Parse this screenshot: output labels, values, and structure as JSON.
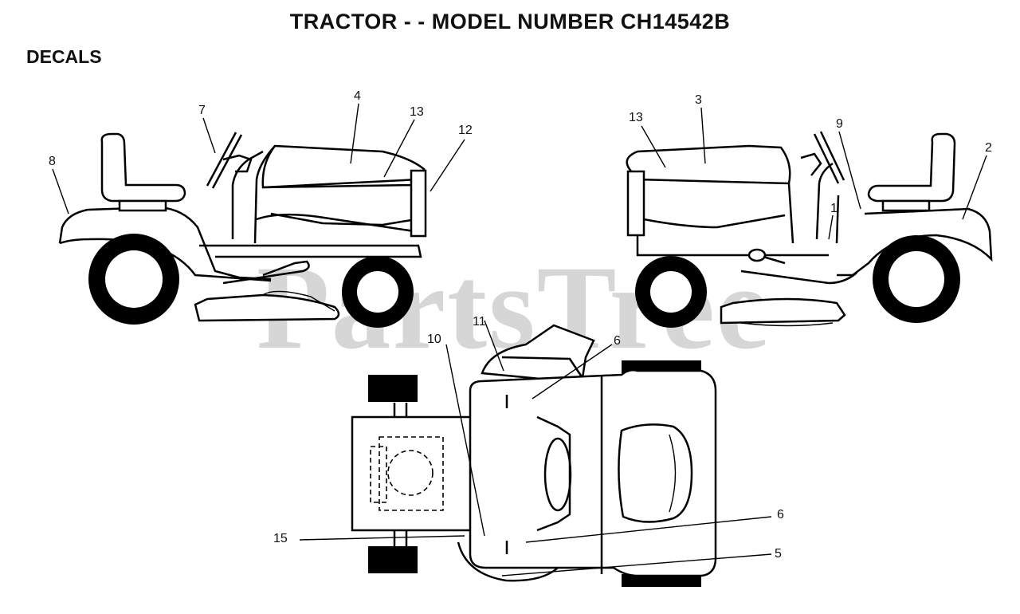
{
  "title": "TRACTOR - - MODEL NUMBER CH14542B",
  "section": "DECALS",
  "watermark": "PartsTree",
  "callouts": {
    "c1": "1",
    "c2": "2",
    "c3": "3",
    "c4": "4",
    "c5": "5",
    "c6a": "6",
    "c6b": "6",
    "c7": "7",
    "c8": "8",
    "c9": "9",
    "c10": "10",
    "c11": "11",
    "c12": "12",
    "c13a": "13",
    "c13b": "13",
    "c15": "15"
  }
}
